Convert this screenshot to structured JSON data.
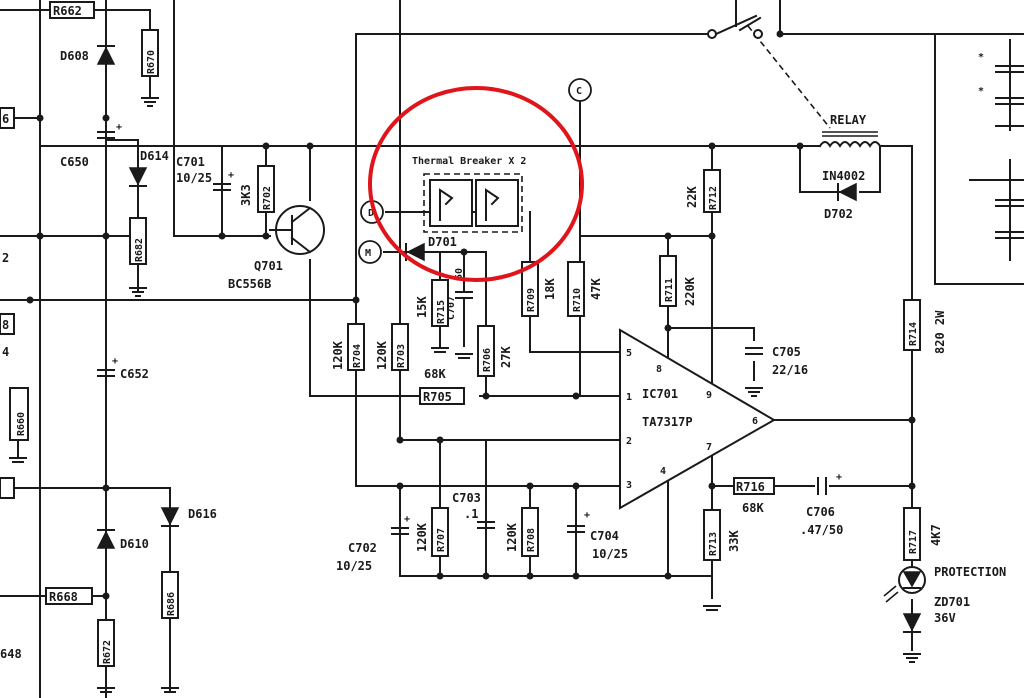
{
  "highlight": {
    "color": "#e0151b"
  },
  "thermal": {
    "caption": "Thermal Breaker X 2"
  },
  "relay": {
    "label": "RELAY",
    "diode_type": "IN4002",
    "diode_ref": "D702"
  },
  "ic": {
    "ref": "IC701",
    "part": "TA7317P",
    "pins": [
      "5",
      "8",
      "9",
      "1",
      "2",
      "7",
      "3",
      "4",
      "6"
    ]
  },
  "transistor": {
    "ref": "Q701",
    "part": "BC556B"
  },
  "terminals": {
    "c": "C",
    "d": "D",
    "m": "M"
  },
  "protection_label": "PROTECTION",
  "resistors": [
    {
      "ref": "R662",
      "value": ""
    },
    {
      "ref": "R670",
      "value": ""
    },
    {
      "ref": "R682",
      "value": ""
    },
    {
      "ref": "R660",
      "value": ""
    },
    {
      "ref": "R668",
      "value": ""
    },
    {
      "ref": "R672",
      "value": ""
    },
    {
      "ref": "R686",
      "value": ""
    },
    {
      "ref": "R702",
      "value": "3K3"
    },
    {
      "ref": "R704",
      "value": "120K"
    },
    {
      "ref": "R703",
      "value": "120K"
    },
    {
      "ref": "R715",
      "value": "15K"
    },
    {
      "ref": "R706",
      "value": "27K"
    },
    {
      "ref": "R709",
      "value": "18K"
    },
    {
      "ref": "R710",
      "value": "47K"
    },
    {
      "ref": "R711",
      "value": "220K"
    },
    {
      "ref": "R712",
      "value": "22K"
    },
    {
      "ref": "R705",
      "value": "68K"
    },
    {
      "ref": "R707",
      "value": "120K"
    },
    {
      "ref": "R708",
      "value": "120K"
    },
    {
      "ref": "R713",
      "value": "33K"
    },
    {
      "ref": "R716",
      "value": "68K"
    },
    {
      "ref": "R714",
      "value": "820 2W"
    },
    {
      "ref": "R717",
      "value": "4K7"
    }
  ],
  "capacitors": [
    {
      "ref": "C650",
      "value": ""
    },
    {
      "ref": "C652",
      "value": ""
    },
    {
      "ref": "C701",
      "value": "10/25"
    },
    {
      "ref": "C707",
      "value": "50"
    },
    {
      "ref": "C705",
      "value": "22/16"
    },
    {
      "ref": "C703",
      "value": ".1"
    },
    {
      "ref": "C702",
      "value": "10/25"
    },
    {
      "ref": "C704",
      "value": "10/25"
    },
    {
      "ref": "C706",
      "value": ".47/50"
    }
  ],
  "diodes": [
    {
      "ref": "D608"
    },
    {
      "ref": "D614"
    },
    {
      "ref": "D610"
    },
    {
      "ref": "D616"
    },
    {
      "ref": "D701"
    },
    {
      "ref": "ZD701",
      "value": "36V"
    }
  ],
  "edge_labels": [
    "6",
    "8",
    "2",
    "4",
    "648"
  ]
}
